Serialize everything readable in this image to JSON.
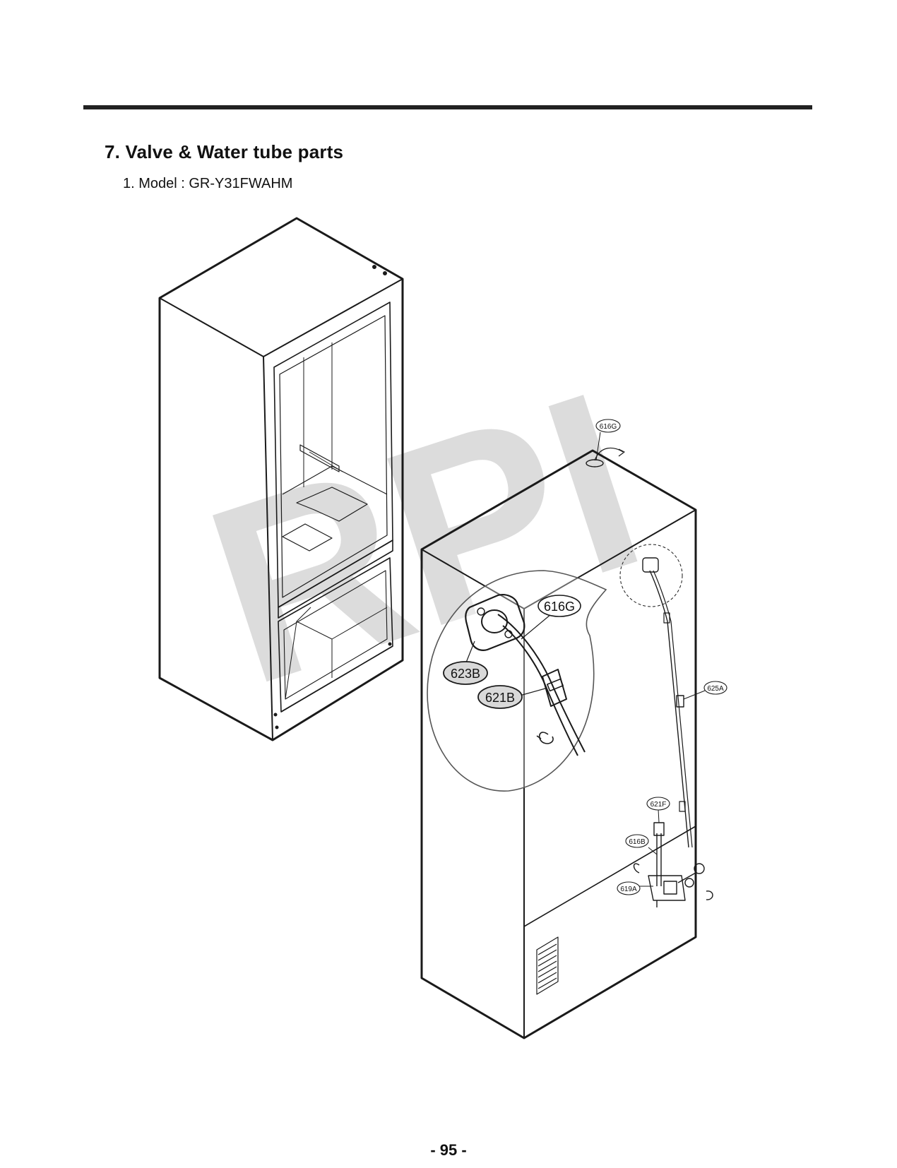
{
  "header": {
    "section_title": "7. Valve & Water tube parts",
    "model_line": "1. Model : GR-Y31FWAHM"
  },
  "watermark": "RPI",
  "callouts": {
    "c616G_top": "616G",
    "c616G_detail": "616G",
    "c623B": "623B",
    "c621B": "621B",
    "c625A": "625A",
    "c621F": "621F",
    "c616B": "616B",
    "c619A": "619A"
  },
  "footer": {
    "page_number": "- 95 -"
  },
  "colors": {
    "rule": "#222222",
    "line": "#1a1a1a",
    "watermark": "#d6d6d6",
    "callout_fill": "#d9d9d9"
  }
}
